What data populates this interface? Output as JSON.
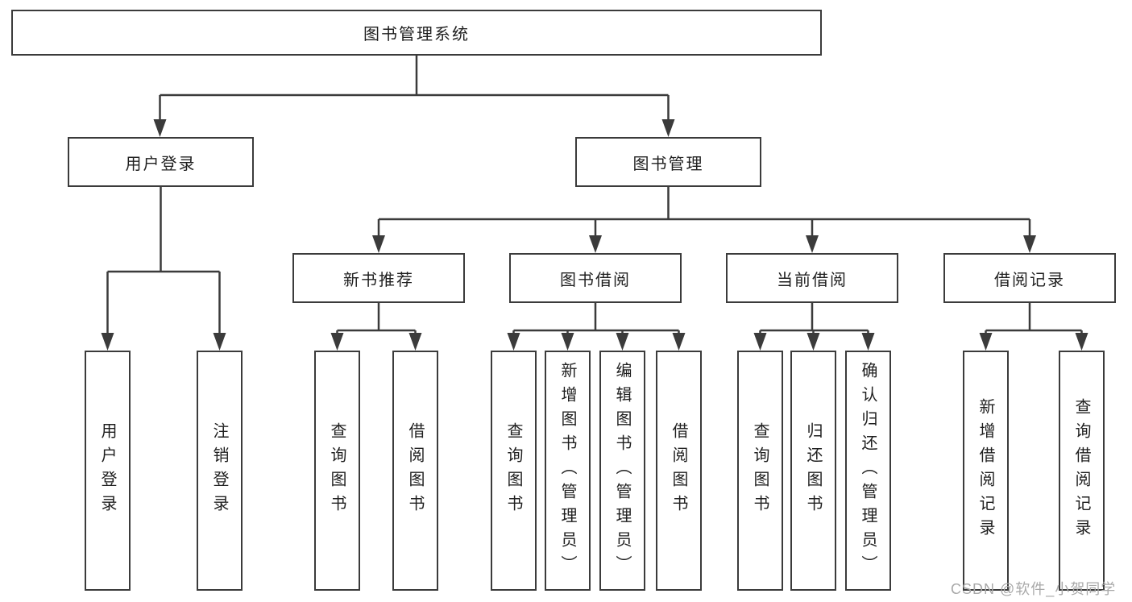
{
  "colors": {
    "background": "#ffffff",
    "line": "#3b3b3b",
    "box_border": "#3b3b3b",
    "text": "#1f1f1f",
    "watermark": "#a9a9a9"
  },
  "tree": {
    "root": {
      "label": "图书管理系统"
    },
    "branches": [
      {
        "label": "用户登录",
        "leaves": [
          "用户登录",
          "注销登录"
        ]
      },
      {
        "label": "图书管理",
        "children": [
          {
            "label": "新书推荐",
            "leaves": [
              "查询图书",
              "借阅图书"
            ]
          },
          {
            "label": "图书借阅",
            "leaves": [
              "查询图书",
              "新增图书（管理员）",
              "编辑图书（管理员）",
              "借阅图书"
            ]
          },
          {
            "label": "当前借阅",
            "leaves": [
              "查询图书",
              "归还图书",
              "确认归还（管理员）"
            ]
          },
          {
            "label": "借阅记录",
            "leaves": [
              "新增借阅记录",
              "查询借阅记录"
            ]
          }
        ]
      }
    ]
  },
  "watermark": "CSDN @软件_小贺同学"
}
